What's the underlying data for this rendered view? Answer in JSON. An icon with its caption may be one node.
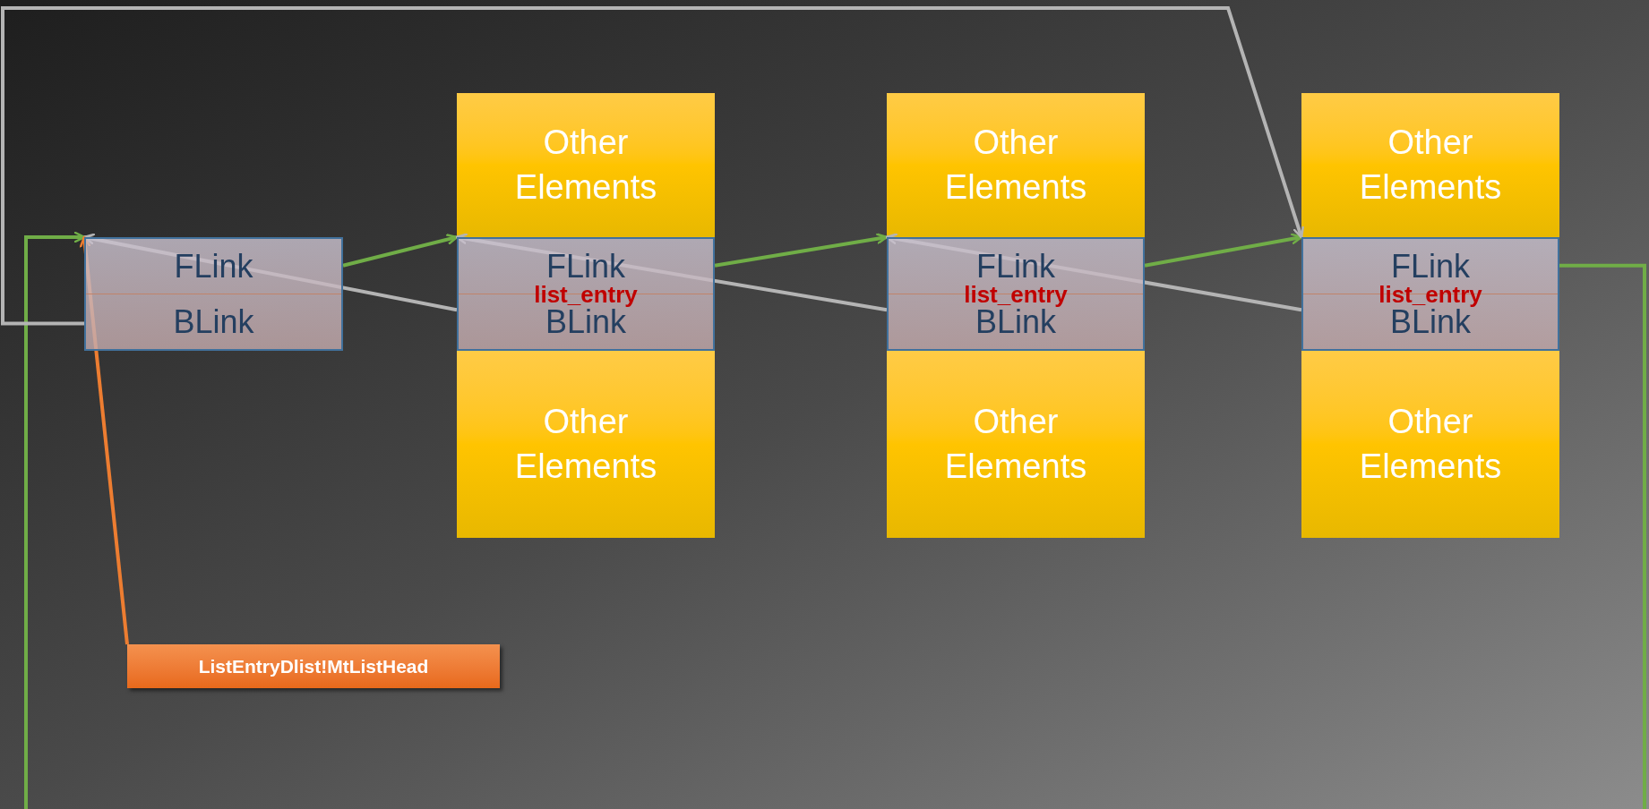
{
  "diagram": {
    "nodes": [
      {
        "text": [
          "FLink",
          "BLink"
        ]
      },
      {
        "text": [
          "Other Elements"
        ]
      },
      {
        "text": [
          "FLink",
          "list_entry",
          "BLink"
        ]
      },
      {
        "text": [
          "Other Elements"
        ]
      },
      {
        "text": [
          "Other Elements"
        ]
      },
      {
        "text": [
          "FLink",
          "list_entry",
          "BLink"
        ]
      },
      {
        "text": [
          "Other Elements"
        ]
      },
      {
        "text": [
          "Other Elements"
        ]
      },
      {
        "text": [
          "FLink",
          "list_entry",
          "BLink"
        ]
      },
      {
        "text": [
          "Other Elements"
        ]
      },
      {
        "text": [
          "ListEntryDlist!MtListHead"
        ]
      }
    ],
    "edges": [
      {
        "from": 0,
        "to": 2,
        "arrow": "to",
        "color": "#70ad47"
      },
      {
        "from": 2,
        "to": 5,
        "arrow": "to",
        "color": "#70ad47"
      },
      {
        "from": 5,
        "to": 8,
        "arrow": "to",
        "color": "#70ad47"
      },
      {
        "from": 8,
        "to": 0,
        "arrow": "to",
        "color": "#70ad47"
      },
      {
        "from": 2,
        "to": 0,
        "arrow": "to",
        "color": "#b4b4b4"
      },
      {
        "from": 5,
        "to": 2,
        "arrow": "to",
        "color": "#b4b4b4"
      },
      {
        "from": 8,
        "to": 5,
        "arrow": "to",
        "color": "#b4b4b4"
      },
      {
        "from": 0,
        "to": 8,
        "arrow": "to",
        "color": "#b4b4b4"
      },
      {
        "from": 10,
        "to": 0,
        "arrow": "to",
        "color": "#ed7d31"
      }
    ]
  }
}
